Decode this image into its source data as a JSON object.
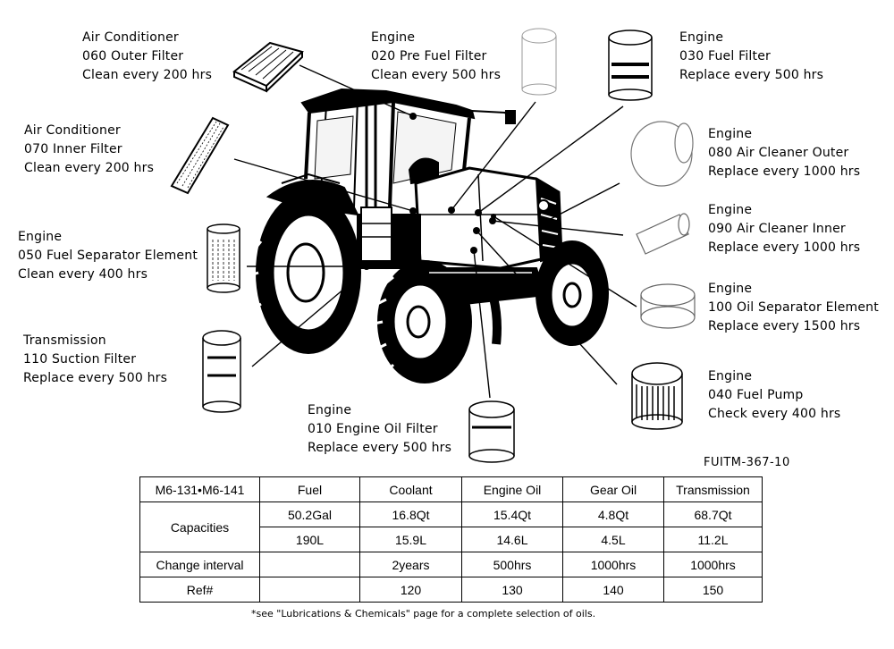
{
  "callouts": [
    {
      "id": "ac-060",
      "lines": [
        "Air Conditioner",
        "060 Outer Filter",
        "Clean every 200 hrs"
      ]
    },
    {
      "id": "eng-020",
      "lines": [
        "Engine",
        "020 Pre Fuel Filter",
        "Clean every 500 hrs"
      ]
    },
    {
      "id": "eng-030",
      "lines": [
        "Engine",
        "030 Fuel Filter",
        "Replace every 500 hrs"
      ]
    },
    {
      "id": "ac-070",
      "lines": [
        "Air Conditioner",
        "070 Inner Filter",
        "Clean every 200 hrs"
      ]
    },
    {
      "id": "eng-080",
      "lines": [
        "Engine",
        "080 Air Cleaner Outer",
        "Replace every 1000 hrs"
      ]
    },
    {
      "id": "eng-090",
      "lines": [
        "Engine",
        "090 Air Cleaner Inner",
        "Replace every 1000 hrs"
      ]
    },
    {
      "id": "eng-050",
      "lines": [
        "Engine",
        "050 Fuel Separator Element",
        "Clean every 400 hrs"
      ]
    },
    {
      "id": "eng-100",
      "lines": [
        "Engine",
        "100 Oil Separator Element",
        "Replace every 1500 hrs"
      ]
    },
    {
      "id": "tr-110",
      "lines": [
        "Transmission",
        "110 Suction Filter",
        "Replace every 500 hrs"
      ]
    },
    {
      "id": "eng-040",
      "lines": [
        "Engine",
        "040 Fuel Pump",
        "Check every 400 hrs"
      ]
    },
    {
      "id": "eng-010",
      "lines": [
        "Engine",
        "010 Engine Oil Filter",
        "Replace every 500 hrs"
      ]
    }
  ],
  "figure_code": "FUITM-367-10",
  "table": {
    "model": "M6-131•M6-141",
    "columns": [
      "Fuel",
      "Coolant",
      "Engine Oil",
      "Gear Oil",
      "Transmission"
    ],
    "capacities_label": "Capacities",
    "capacities_row1": [
      "50.2Gal",
      "16.8Qt",
      "15.4Qt",
      "4.8Qt",
      "68.7Qt"
    ],
    "capacities_row2": [
      "190L",
      "15.9L",
      "14.6L",
      "4.5L",
      "11.2L"
    ],
    "change_interval_label": "Change interval",
    "change_interval": [
      "",
      "2years",
      "500hrs",
      "1000hrs",
      "1000hrs"
    ],
    "ref_label": "Ref#",
    "ref": [
      "",
      "120",
      "130",
      "140",
      "150"
    ]
  },
  "note": "*see \"Lubrications & Chemicals\" page for a complete selection of oils."
}
